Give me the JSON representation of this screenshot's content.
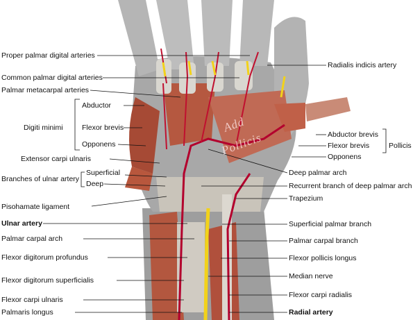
{
  "labels": {
    "left": {
      "proper_palmar_digital_arteries": "Proper palmar digital arteries",
      "common_palmar_digital_arteries": "Common palmar digital arteries",
      "palmar_metacarpal_arteries": "Palmar metacarpal arteries",
      "digiti_minimi": "Digiti minimi",
      "abductor": "Abductor",
      "flexor_brevis": "Flexor brevis",
      "opponens": "Opponens",
      "extensor_carpi_ulnaris": "Extensor carpi ulnaris",
      "branches_of_ulnar_artery": "Branches of ulnar artery",
      "superficial": "Superficial",
      "deep": "Deep",
      "pisohamate_ligament": "Pisohamate ligament",
      "ulnar_artery": "Ulnar artery",
      "palmar_carpal_arch": "Palmar carpal arch",
      "flexor_digitorum_profundus": "Flexor digitorum profundus",
      "flexor_digitorum_superficialis": "Flexor digitorum superficialis",
      "flexor_carpi_ulnaris": "Flexor carpi ulnaris",
      "palmaris_longus": "Palmaris longus"
    },
    "right": {
      "radialis_indicis_artery": "Radialis indicis artery",
      "abductor_brevis": "Abductor brevis",
      "flexor_brevis": "Flexor brevis",
      "pollicis": "Pollicis",
      "opponens": "Opponens",
      "deep_palmar_arch": "Deep palmar arch",
      "recurrent_branch_of_deep_palmar_arch": "Recurrent branch of deep palmar arch",
      "trapezium": "Trapezium",
      "superficial_palmar_branch": "Superficial palmar branch",
      "palmar_carpal_branch": "Palmar carpal branch",
      "flexor_pollicis_longus": "Flexor pollicis longus",
      "median_nerve": "Median nerve",
      "flexor_carpi_radialis": "Flexor carpi radialis",
      "radial_artery": "Radial artery"
    },
    "on_image": {
      "adductor": "Add",
      "pollicis": "Pollicis"
    }
  },
  "colors": {
    "skin_gray": "#a9a9a9",
    "muscle": "#b0503c",
    "artery": "#b3002d",
    "nerve": "#f2d21a",
    "tendon": "#d8d4cc",
    "line": "#111111"
  }
}
